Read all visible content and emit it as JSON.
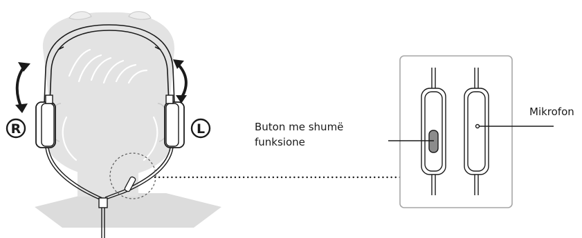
{
  "diagram": {
    "side_markers": {
      "right": "R",
      "left": "L"
    },
    "labels": {
      "multi_button_line1": "Buton me shumë",
      "multi_button_line2": "funksione",
      "microphone": "Mikrofon"
    },
    "colors": {
      "head_fill": "#e3e3e3",
      "shoulders_fill": "#dcdcdc",
      "line": "#1a1a1a",
      "button_fill": "#8c8c8c",
      "inset_frame": "#a6a6a6"
    }
  }
}
